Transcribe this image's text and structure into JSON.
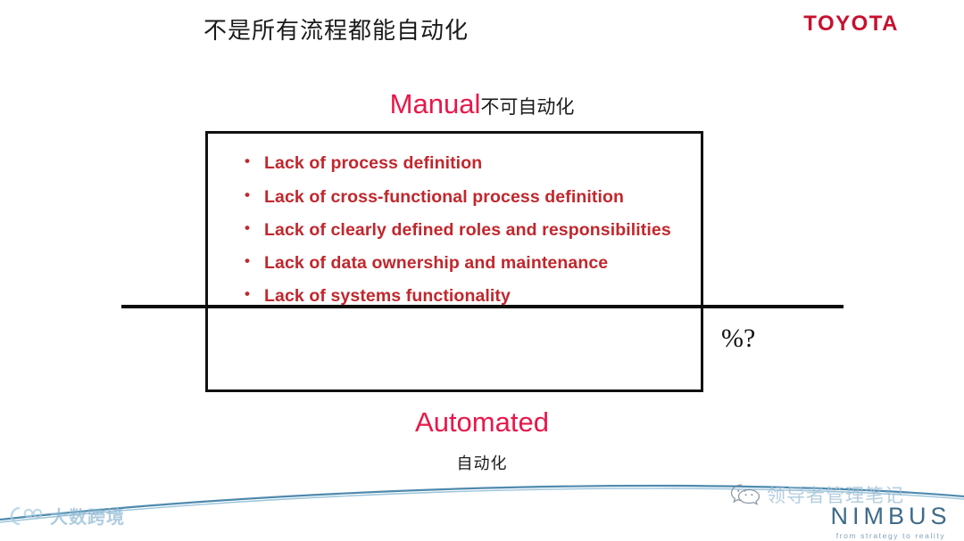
{
  "slide": {
    "title": "不是所有流程都能自动化",
    "brand_logo": "TOYOTA",
    "brand_color": "#C8102E"
  },
  "manual_section": {
    "heading_en": "Manual",
    "heading_zh": "不可自动化",
    "heading_en_color": "#E8174A",
    "bullet_color": "#C1272D",
    "bullets": [
      "Lack of process definition",
      "Lack of cross-functional process definition",
      "Lack of clearly defined roles and responsibilities",
      "Lack of data ownership and maintenance",
      "Lack of systems functionality"
    ]
  },
  "divider": {
    "percent_label": "%?",
    "line_color": "#0d0d0d"
  },
  "automated_section": {
    "heading_en": "Automated",
    "heading_zh": "自动化",
    "heading_en_color": "#E8174A"
  },
  "watermarks": {
    "left_text": "大数跨境",
    "left_icon": "dashu-logo-icon",
    "wechat_icon": "wechat-icon",
    "wechat_text": "领导者管理笔记",
    "nimbus_name": "NIMBUS",
    "nimbus_tagline": "from strategy to reality"
  }
}
